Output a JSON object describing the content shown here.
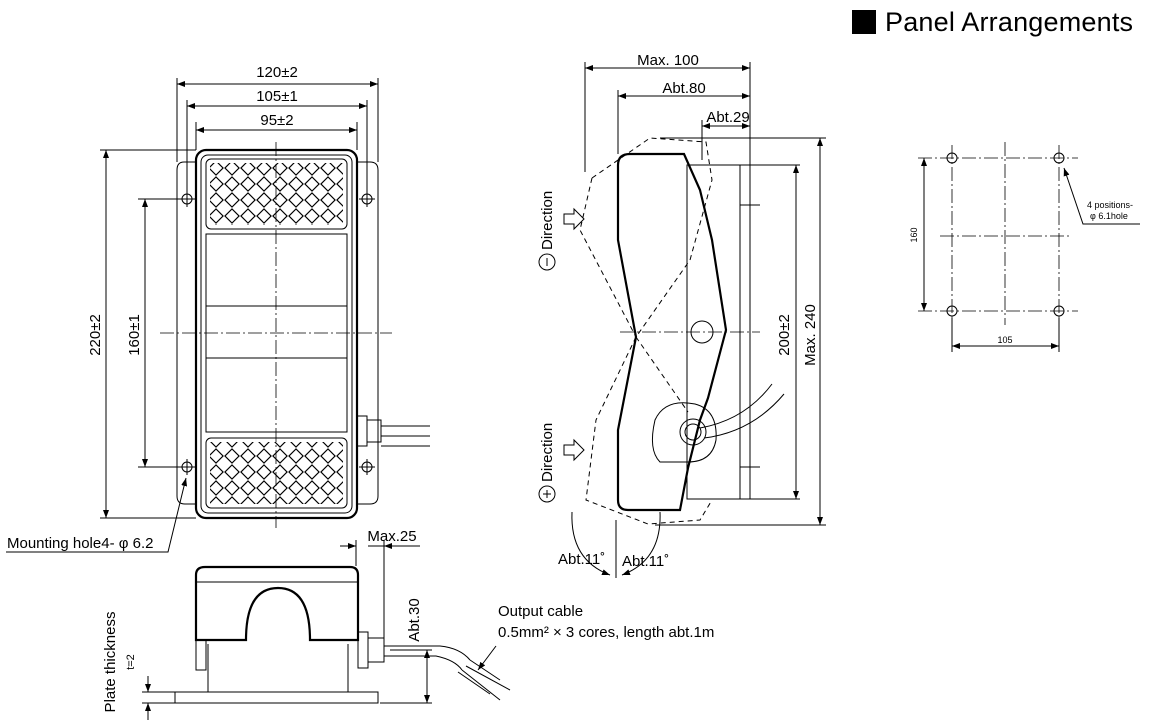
{
  "title": "Panel Arrangements",
  "front_view": {
    "width_overall": "120±2",
    "width_holes": "105±1",
    "width_pedal": "95±2",
    "height_overall": "220±2",
    "height_holes": "160±1",
    "mounting_hole": "Mounting hole4- φ 6.2"
  },
  "side_view": {
    "max_depth": "Max. 100",
    "abt_80": "Abt.80",
    "abt_29": "Abt.29",
    "minus_direction": "Direction",
    "plus_direction": "Direction",
    "height_200": "200±2",
    "max_240": "Max. 240",
    "angle_left": "Abt.11˚",
    "angle_right": "Abt.11˚"
  },
  "bottom_view": {
    "max_25": "Max.25",
    "abt_30": "Abt.30",
    "plate_thickness": "Plate thickness",
    "t2": "t=2",
    "cable_title": "Output cable",
    "cable_spec": "0.5mm² × 3 cores,  length abt.1m"
  },
  "panel": {
    "positions": "4 positions-",
    "hole": "φ 6.1hole",
    "dim_160": "160",
    "dim_105": "105"
  }
}
